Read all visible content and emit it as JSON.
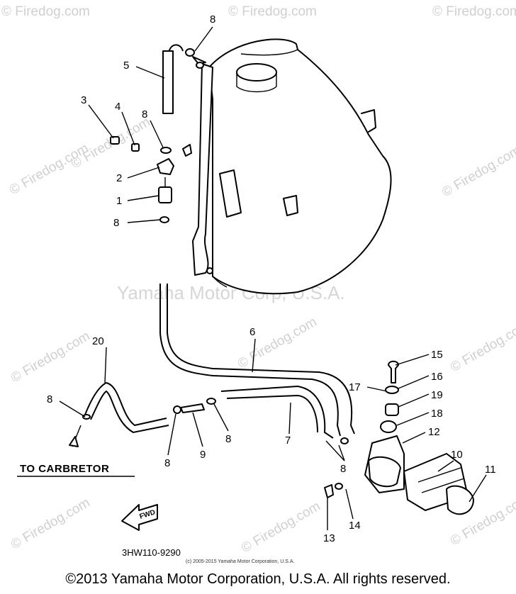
{
  "diagram": {
    "watermarks": {
      "repeat_text": "© Firedog.com",
      "center_text": "Yamaha Motor Corp, U.S.A."
    },
    "callouts": [
      {
        "id": "c8a",
        "text": "8"
      },
      {
        "id": "c5",
        "text": "5"
      },
      {
        "id": "c3",
        "text": "3"
      },
      {
        "id": "c4",
        "text": "4"
      },
      {
        "id": "c8b",
        "text": "8"
      },
      {
        "id": "c2",
        "text": "2"
      },
      {
        "id": "c1",
        "text": "1"
      },
      {
        "id": "c8c",
        "text": "8"
      },
      {
        "id": "c6",
        "text": "6"
      },
      {
        "id": "c20",
        "text": "20"
      },
      {
        "id": "c8d",
        "text": "8"
      },
      {
        "id": "c15",
        "text": "15"
      },
      {
        "id": "c16",
        "text": "16"
      },
      {
        "id": "c17",
        "text": "17"
      },
      {
        "id": "c19",
        "text": "19"
      },
      {
        "id": "c18",
        "text": "18"
      },
      {
        "id": "c12",
        "text": "12"
      },
      {
        "id": "c10",
        "text": "10"
      },
      {
        "id": "c11",
        "text": "11"
      },
      {
        "id": "c7",
        "text": "7"
      },
      {
        "id": "c8e",
        "text": "8"
      },
      {
        "id": "c8f",
        "text": "8"
      },
      {
        "id": "c9",
        "text": "9"
      },
      {
        "id": "c8g",
        "text": "8"
      },
      {
        "id": "c13",
        "text": "13"
      },
      {
        "id": "c14",
        "text": "14"
      }
    ],
    "carburetor_label": "TO CARBRETOR",
    "fwd_label": "FWD",
    "diagram_code": "3HW110-9290",
    "small_copyright": "(c) 2005-2015 Yamaha Motor Corporation, U.S.A.",
    "footer_copyright": "©2013 Yamaha Motor Corporation, U.S.A. All rights reserved."
  }
}
